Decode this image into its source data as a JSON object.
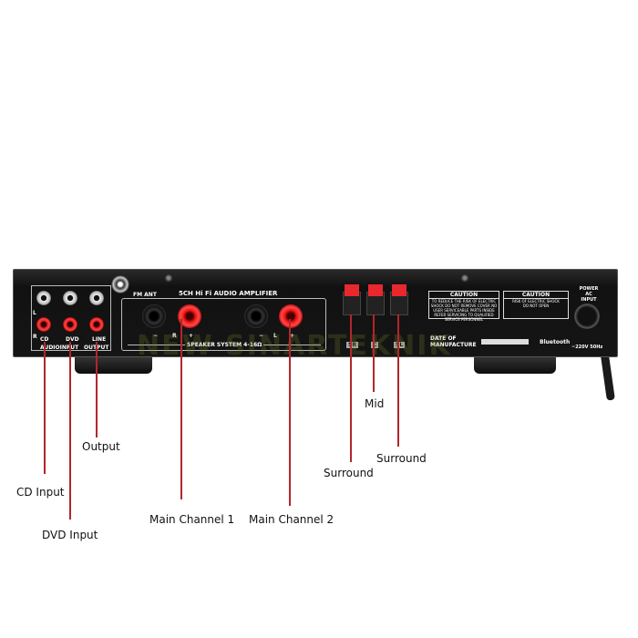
{
  "panel": {
    "rca": {
      "top_label_left": "L",
      "bottom_label_left": "R",
      "cd": "CD",
      "dvd": "DVD",
      "line": "LINE",
      "audio_input": "AUDIOINPUT",
      "output": "OUTPUT"
    },
    "fm_ant": "FM ANT",
    "title": "5CH Hi Fi AUDIO AMPLIFIER",
    "speaker_system": "SPEAKER SYSTEM 4-16Ω",
    "terminal_marks": [
      "−",
      "R",
      "+",
      "−",
      "L",
      "+"
    ],
    "clip_labels": [
      "SR",
      "C",
      "SL"
    ],
    "caution1": {
      "title": "CAUTION",
      "text": "TO REDUCE THE RISK OF ELECTRIC SHOCK DO NOT REMOVE COVER NO USER SERVICEABLE PARTS INSIDE REFER SERVICING TO QUALIFIED SERVICE PERSONNEL"
    },
    "caution2": {
      "title": "CAUTION",
      "line1": "RISK OF ELECTRIC SHOCK",
      "line2": "DO NOT OPEN"
    },
    "date_of_manufacture": "DATE OF MANUFACTURE",
    "bluetooth": "Bluetooth",
    "power": "POWER AC INPUT",
    "voltage": "~220V 50Hz",
    "watermark": "NEW SINARTEKNIK"
  },
  "callouts": {
    "cd_input": "CD Input",
    "dvd_input": "DVD Input",
    "output": "Output",
    "main_channel_1": "Main Channel 1",
    "main_channel_2": "Main Channel 2",
    "surround_right": "Surround",
    "mid": "Mid",
    "surround_left": "Surround"
  },
  "colors": {
    "callout_line": "#b3262a",
    "chassis": "#151515",
    "terminal_red": "#e8282e"
  }
}
